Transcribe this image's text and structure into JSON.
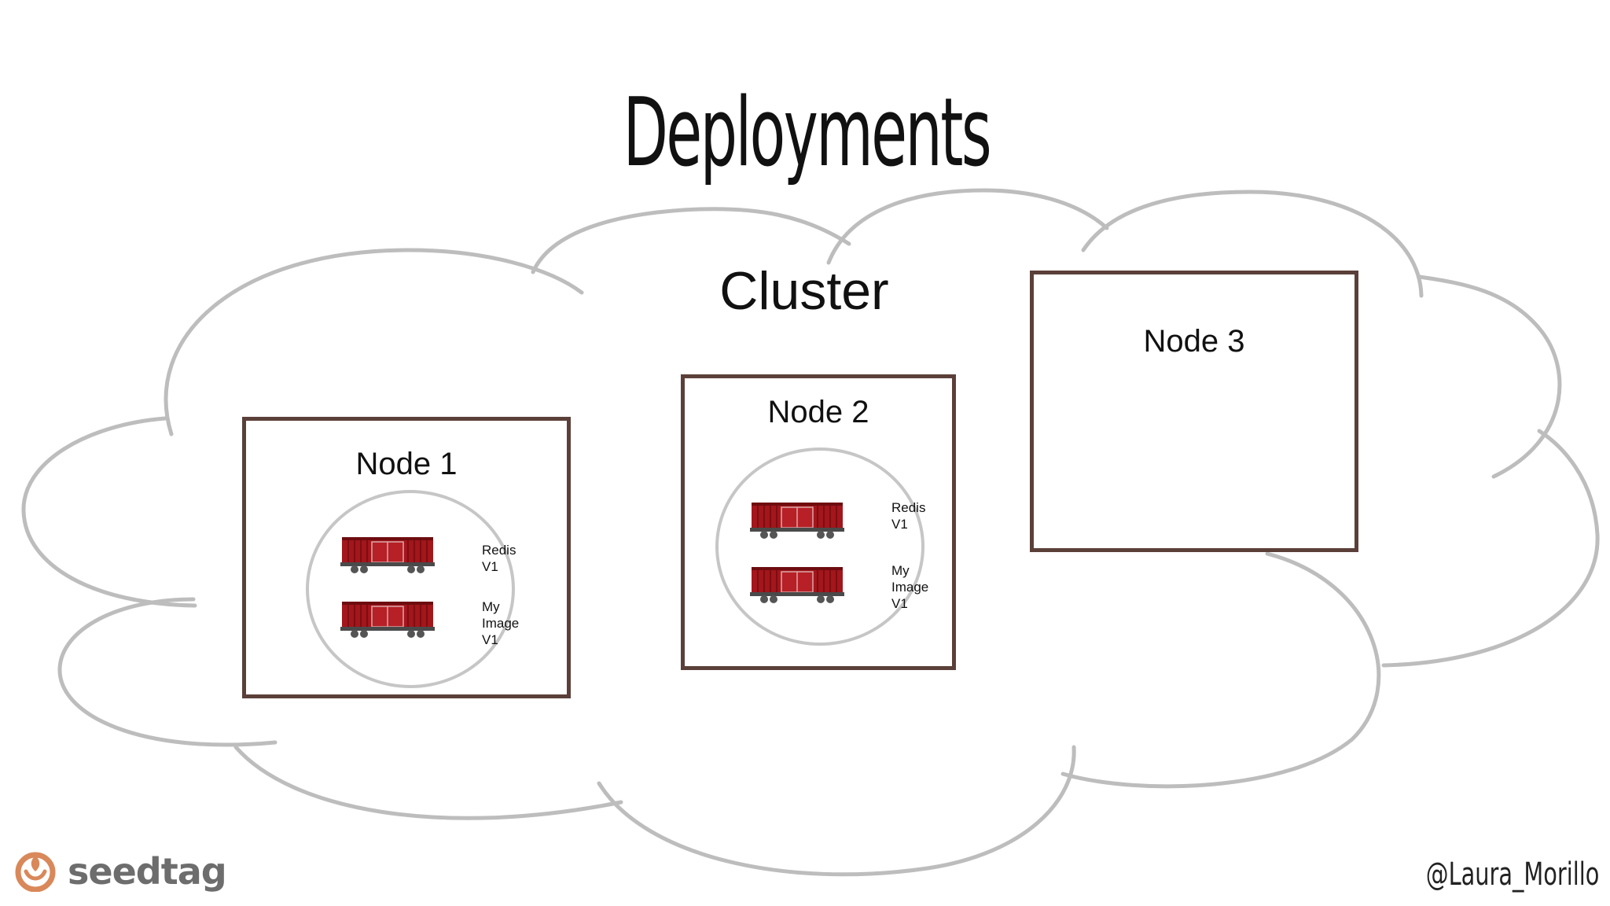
{
  "slide": {
    "title": "Deployments",
    "cluster_label": "Cluster"
  },
  "nodes": [
    {
      "label": "Node 1",
      "pod": {
        "containers": [
          {
            "lines": [
              "Redis",
              "V1"
            ],
            "icon": "boxcar-icon"
          },
          {
            "lines": [
              "My",
              "Image",
              "V1"
            ],
            "icon": "boxcar-icon"
          }
        ]
      }
    },
    {
      "label": "Node 2",
      "pod": {
        "containers": [
          {
            "lines": [
              "Redis",
              "V1"
            ],
            "icon": "boxcar-icon"
          },
          {
            "lines": [
              "My",
              "Image",
              "V1"
            ],
            "icon": "boxcar-icon"
          }
        ]
      }
    },
    {
      "label": "Node 3"
    }
  ],
  "footer": {
    "logo_text": "seedtag",
    "handle": "@Laura_Morillo"
  },
  "colors": {
    "cloud_stroke": "#bdbdbd",
    "node_border": "#5b4039",
    "pod_border": "#c6c6c6",
    "boxcar_red": "#a3161b",
    "logo_orange": "#d9885a",
    "logo_text": "#6d6d6d"
  }
}
